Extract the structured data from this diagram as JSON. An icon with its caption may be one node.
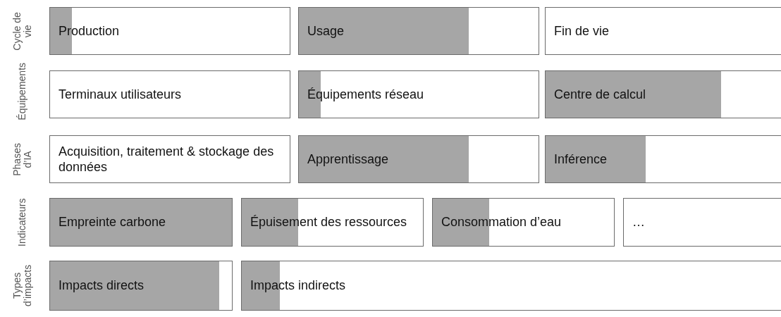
{
  "diagram": {
    "nodes": [
      {
        "text": [
          "Production"
        ]
      },
      {
        "text": [
          "Usage"
        ]
      },
      {
        "text": [
          "Fin de vie"
        ]
      },
      {
        "text": [
          "Terminaux utilisateurs"
        ]
      },
      {
        "text": [
          "Équipements réseau"
        ]
      },
      {
        "text": [
          "Centre de calcul"
        ]
      },
      {
        "text": [
          "Acquisition, traitement & stockage des données"
        ]
      },
      {
        "text": [
          "Apprentissage"
        ]
      },
      {
        "text": [
          "Inférence"
        ]
      },
      {
        "text": [
          "Empreinte carbone"
        ]
      },
      {
        "text": [
          "Épuisement des ressources"
        ]
      },
      {
        "text": [
          "Consommation d’eau"
        ]
      },
      {
        "text": [
          "…"
        ]
      },
      {
        "text": [
          "Impacts directs"
        ]
      },
      {
        "text": [
          "Impacts indirects"
        ]
      }
    ],
    "labels": [
      "Cycle de vie",
      "Équipements",
      "Phases d’IA",
      "Indicateurs",
      "Types d’impacts"
    ]
  }
}
